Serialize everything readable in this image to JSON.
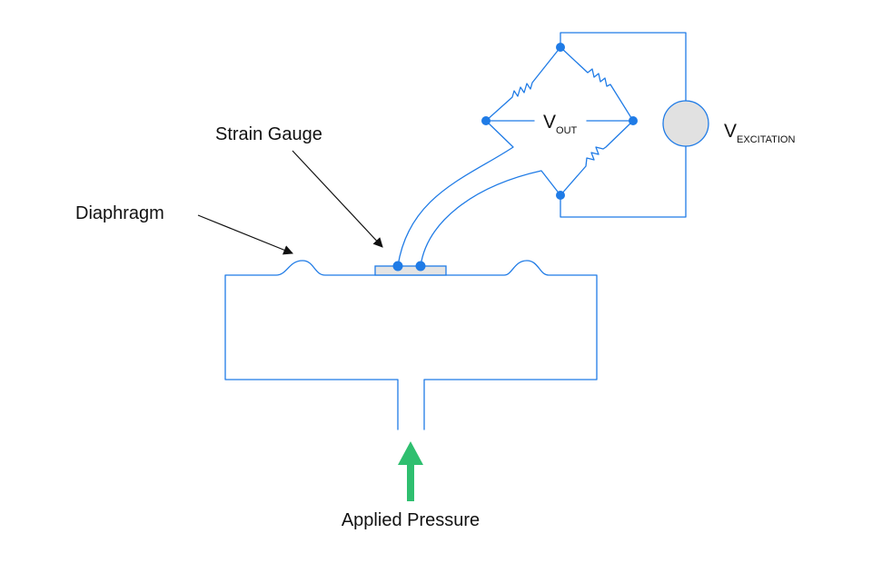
{
  "labels": {
    "strain_gauge": "Strain Gauge",
    "diaphragm": "Diaphragm",
    "applied_pressure": "Applied Pressure",
    "vout_main": "V",
    "vout_sub": "OUT",
    "vexc_main": "V",
    "vexc_sub": "EXCITATION"
  },
  "colors": {
    "wire": "#1f7be6",
    "node": "#1f7be6",
    "gauge_fill": "#e4e4e4",
    "source_fill": "#e1e1e1",
    "arrow": "#2fbf6f",
    "leader": "#111111",
    "text": "#111111"
  }
}
